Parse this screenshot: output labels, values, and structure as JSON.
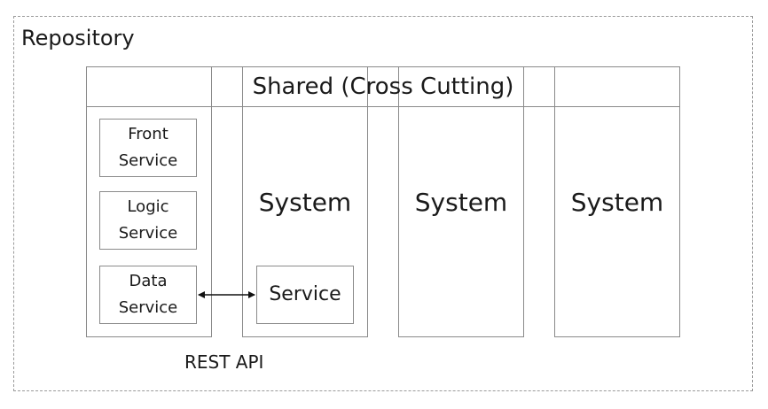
{
  "repository_label": "Repository",
  "shared_label": "Shared (Cross Cutting)",
  "systems": [
    "System",
    "System",
    "System"
  ],
  "left_column": {
    "front_service": "Front\nService",
    "logic_service": "Logic\nService",
    "data_service": "Data\nService"
  },
  "service_label": "Service",
  "rest_api_label": "REST API"
}
